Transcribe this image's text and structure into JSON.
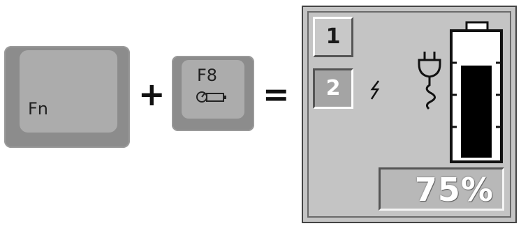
{
  "keys": {
    "fn": {
      "label": "Fn"
    },
    "f8": {
      "label": "F8",
      "sub_icon": "battery-key-icon"
    }
  },
  "operators": {
    "plus": "+",
    "equals": "="
  },
  "battery_panel": {
    "selectors": [
      {
        "label": "1"
      },
      {
        "label": "2"
      }
    ],
    "charging_icon": "lightning-icon",
    "plug_icon": "power-plug-icon",
    "level": 0.75,
    "percent_text": "75%"
  },
  "colors": {
    "key_outer": "#8c8c8c",
    "key_face": "#acacac",
    "panel_bg": "#c4c4c4",
    "battery_fill": "#000000"
  }
}
